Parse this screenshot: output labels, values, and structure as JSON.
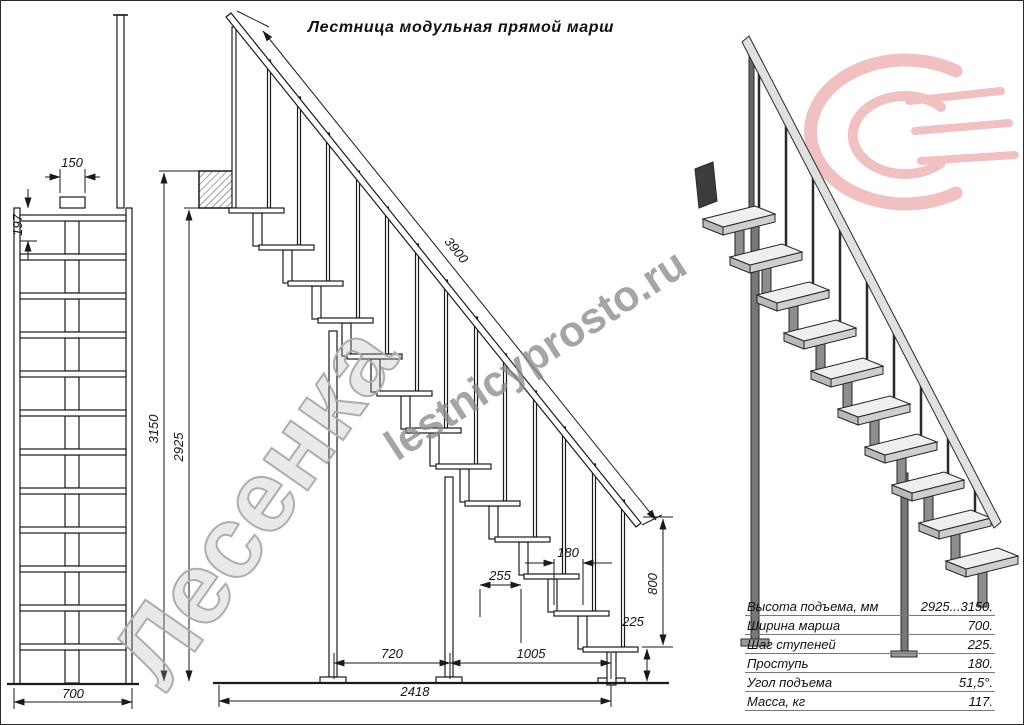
{
  "title": "Лестница модульная прямой марш",
  "watermarks": {
    "big": "Лесенка",
    "site": "lestnicyprosto.ru"
  },
  "front_view": {
    "dim_post_width": "150",
    "dim_first_module_height": "197",
    "dim_flight_width": "700"
  },
  "side_view": {
    "dim_rail_length": "3900",
    "dim_total_height": "3150",
    "dim_rise_height": "2925",
    "dim_tread_depth": "180",
    "dim_module_step": "255",
    "dim_last_rise": "225",
    "dim_rail_end_height": "800",
    "dim_span_1": "720",
    "dim_span_2": "1005",
    "dim_total_run": "2418"
  },
  "specs": {
    "rows": [
      {
        "label": "Высота подъема, мм",
        "value": "2925...3150."
      },
      {
        "label": "Ширина марша",
        "value": "700."
      },
      {
        "label": "Шаг ступеней",
        "value": "225."
      },
      {
        "label": "Проступь",
        "value": "180."
      },
      {
        "label": "Угол подъема",
        "value": "51,5°."
      },
      {
        "label": "Масса, кг",
        "value": "117."
      }
    ]
  },
  "colors": {
    "line": "#1a1a1a",
    "logo_pink": "#e8989b",
    "watermark_gray": "#9b9b9b"
  }
}
